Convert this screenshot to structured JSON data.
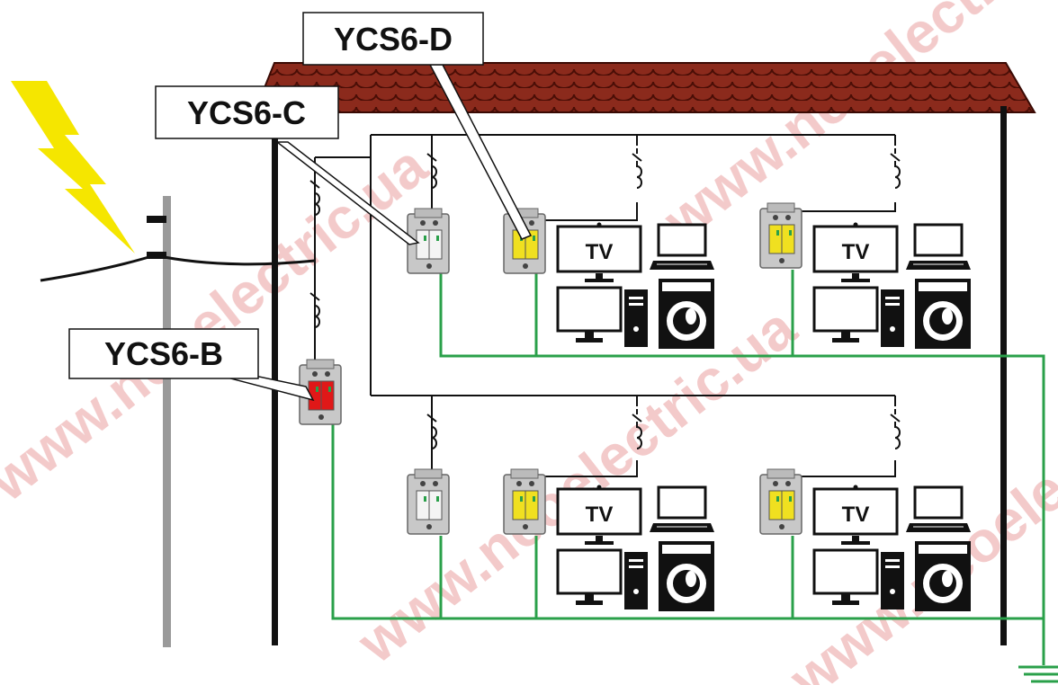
{
  "labels": {
    "b": "YCS6-B",
    "c": "YCS6-C",
    "d": "YCS6-D",
    "tv": "TV"
  },
  "watermark": {
    "text": "www.neoelectric.ua",
    "color": "#e8a8a8"
  },
  "colors": {
    "roof": "#8b2a1c",
    "roof_pattern": "#5a130a",
    "ground_wire": "#2aa04a",
    "spd_red": "#e01818",
    "spd_yellow": "#f0e020",
    "spd_white": "#f4f4f4",
    "spd_grey": "#c8c8c8",
    "lightning": "#f5e600",
    "pole": "#9a9a9a"
  },
  "icons": [
    "lightning-bolt-icon",
    "tv-icon",
    "laptop-icon",
    "desktop-computer-icon",
    "washing-machine-icon",
    "ground-symbol-icon",
    "circuit-breaker-icon"
  ]
}
